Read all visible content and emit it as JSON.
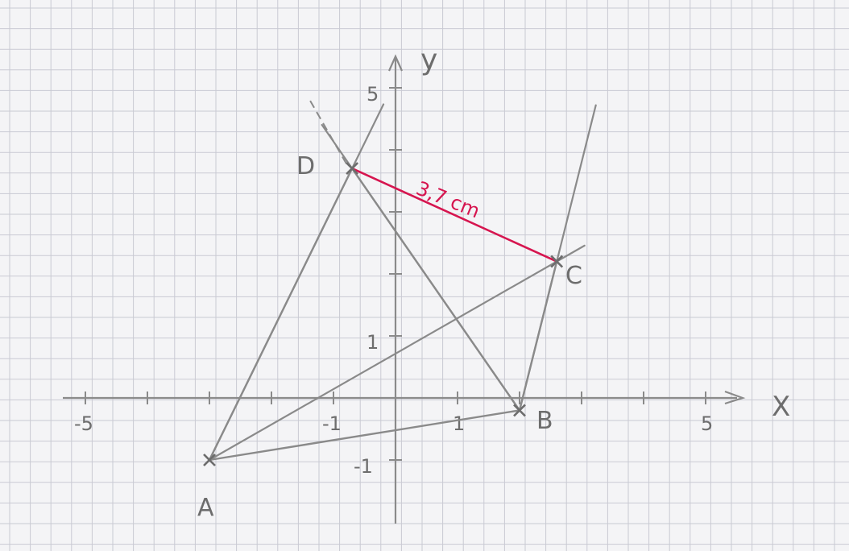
{
  "colors": {
    "paper": "#f4f4f6",
    "grid": "#c9cad3",
    "pencil": "#8a8a8a",
    "pencil_dark": "#6d6d6d",
    "red": "#d6154f"
  },
  "axes": {
    "x_label": "X",
    "y_label": "y",
    "x_ticks": [
      {
        "value": -5,
        "label": "-5"
      },
      {
        "value": -1,
        "label": "-1"
      },
      {
        "value": 1,
        "label": "1"
      },
      {
        "value": 5,
        "label": "5"
      }
    ],
    "y_ticks": [
      {
        "value": 5,
        "label": "5"
      },
      {
        "value": 1,
        "label": "1"
      },
      {
        "value": -1,
        "label": "-1"
      }
    ],
    "x_range": [
      -5.5,
      5.5
    ],
    "y_range": [
      -2,
      5.6
    ]
  },
  "points": [
    {
      "name": "A",
      "x": -3,
      "y": -1
    },
    {
      "name": "B",
      "x": 2,
      "y": -0.2
    },
    {
      "name": "C",
      "x": 2.6,
      "y": 2.2
    },
    {
      "name": "D",
      "x": -0.7,
      "y": 3.7
    }
  ],
  "measure": {
    "label": "3,7 cm",
    "from": "D",
    "to": "C"
  }
}
